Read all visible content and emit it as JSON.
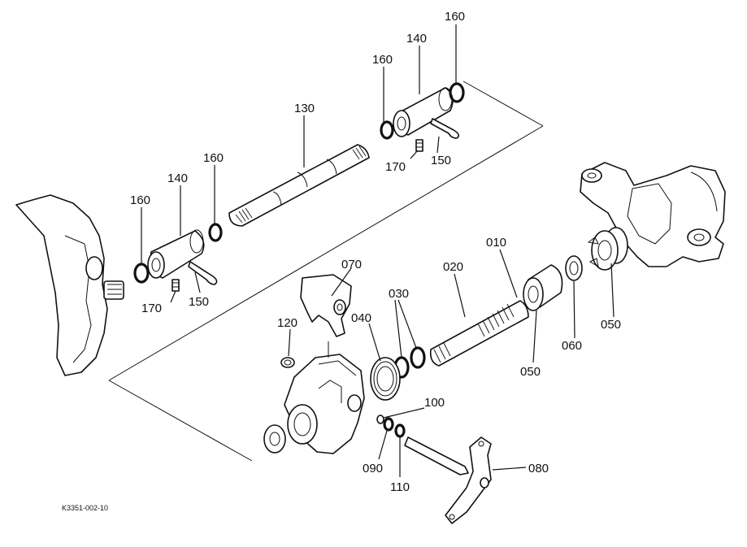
{
  "diagram": {
    "figure_code": "K3351-002-10",
    "labels": {
      "p160_top": "160",
      "p140_top": "140",
      "p160_mid": "160",
      "p130": "130",
      "p170_top": "170",
      "p150_top": "150",
      "p160_left_a": "160",
      "p140_left": "140",
      "p160_left_b": "160",
      "p170_left": "170",
      "p150_left": "150",
      "p070": "070",
      "p020": "020",
      "p010": "010",
      "p030": "030",
      "p040": "040",
      "p120": "120",
      "p100": "100",
      "p090": "090",
      "p110": "110",
      "p080": "080",
      "p050_right": "050",
      "p050_mid": "050",
      "p060": "060"
    }
  }
}
